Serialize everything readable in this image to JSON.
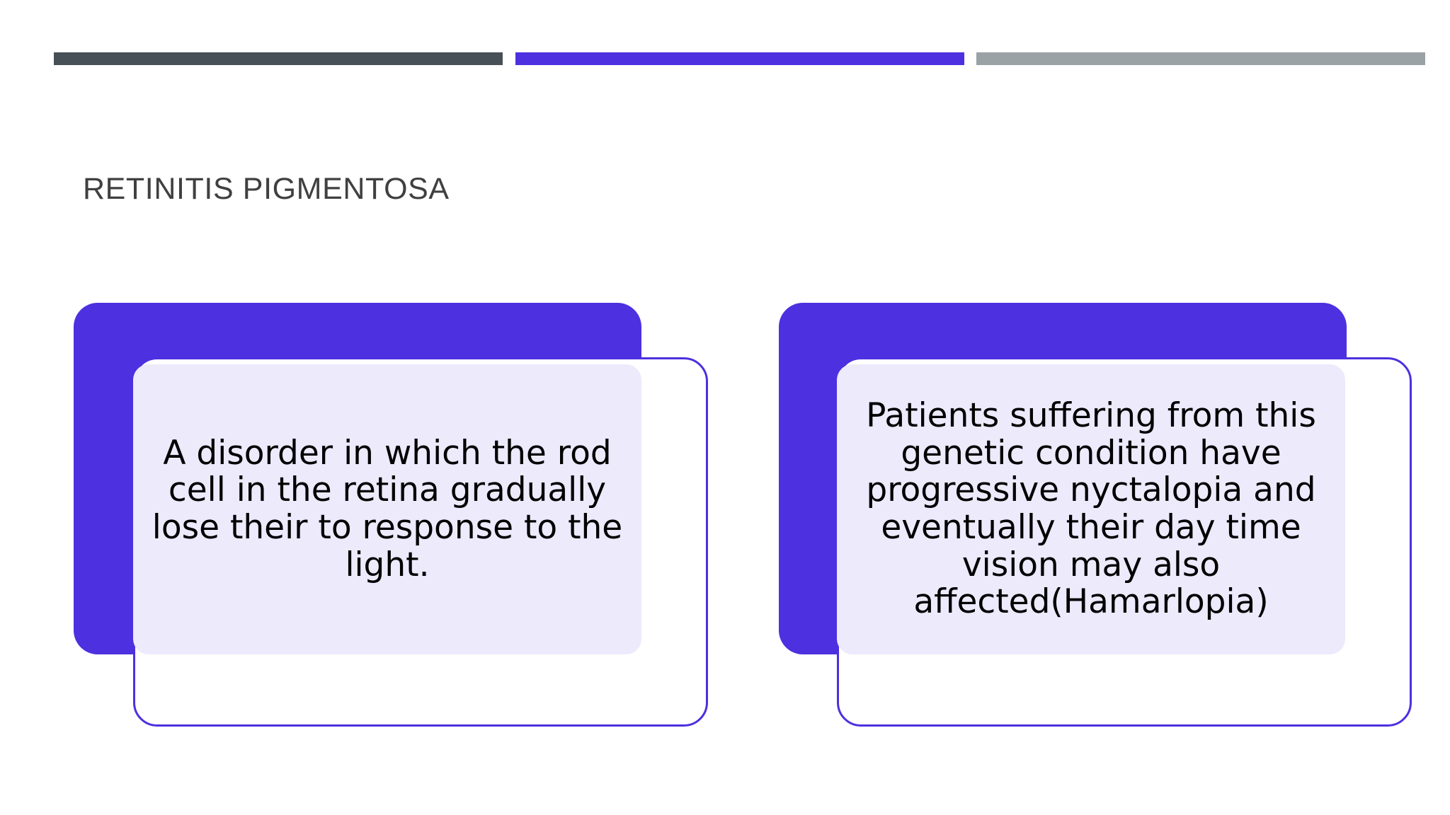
{
  "slide": {
    "background_color": "#ffffff",
    "title": "RETINITIS PIGMENTOSA",
    "title_color": "#404040"
  },
  "decor": {
    "bars": [
      {
        "name": "dark-bar",
        "color": "#475057"
      },
      {
        "name": "accent-bar",
        "color": "#4D30E0"
      },
      {
        "name": "gray-bar",
        "color": "#9BA2A5"
      }
    ]
  },
  "cards": [
    {
      "id": "left",
      "text": "A disorder in which the rod cell in the retina gradually lose their to response to the light.",
      "back_color": "#4D30E0",
      "plate_color": "#ECEAFB",
      "border_color": "#4D30E0",
      "text_color": "#000000"
    },
    {
      "id": "right",
      "text": "Patients suffering from this genetic condition have progressive nyctalopia and eventually their  day time vision may also affected(Hamarlopia)",
      "back_color": "#4D30E0",
      "plate_color": "#ECEAFB",
      "border_color": "#4D30E0",
      "text_color": "#000000"
    }
  ]
}
